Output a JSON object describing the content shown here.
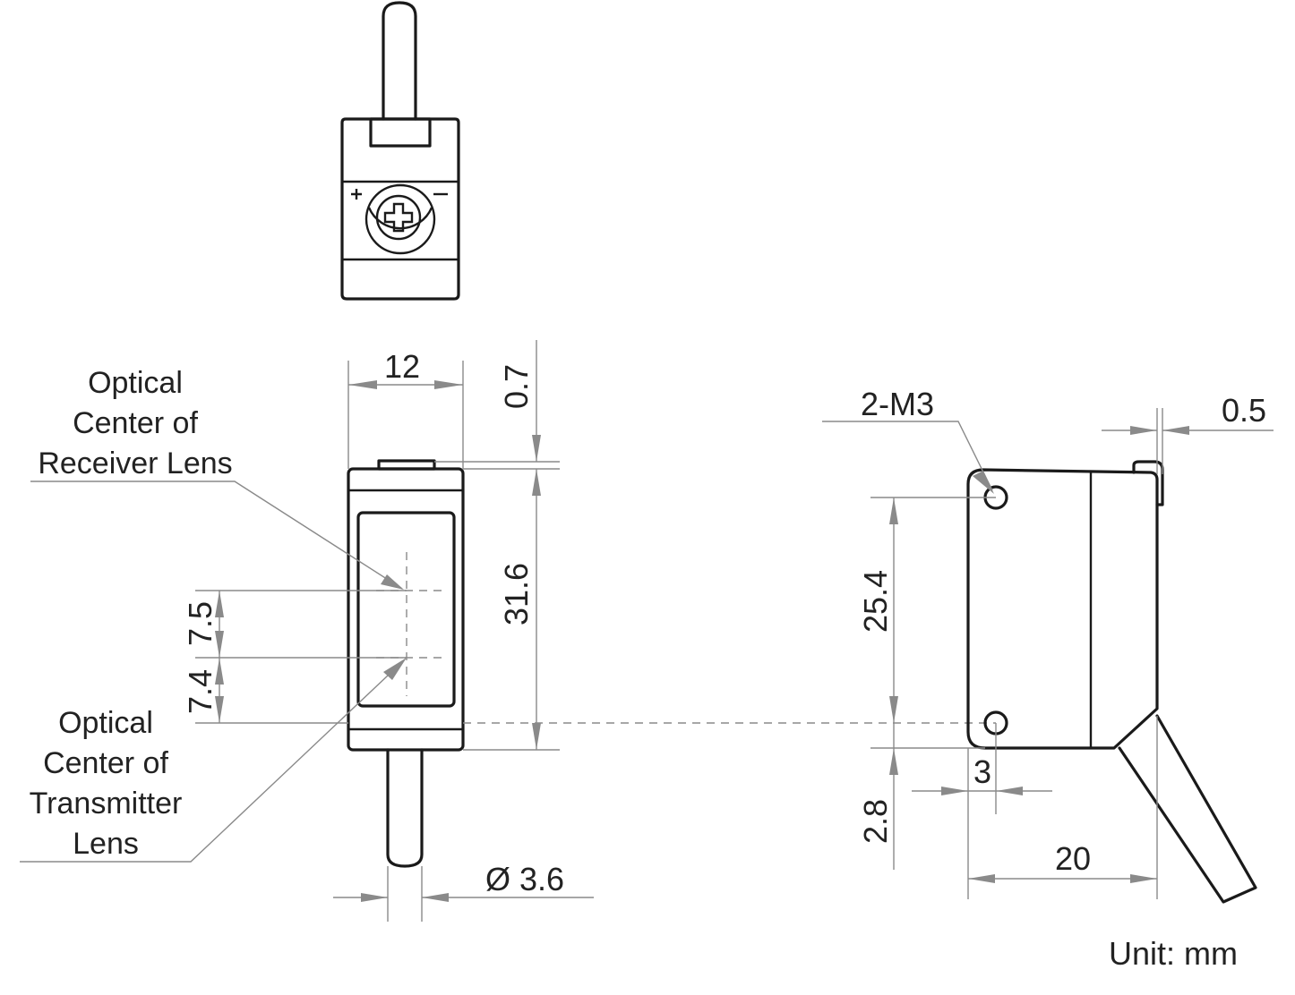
{
  "dimensions": {
    "width_front": "12",
    "top_offset": "0.7",
    "height_total": "31.6",
    "receiver_offset": "7.5",
    "transmitter_offset": "7.4",
    "cable_diameter": "Ø 3.6",
    "hole_spec": "2-M3",
    "side_offset": "0.5",
    "hole_pitch": "25.4",
    "hole_edge_x": "3",
    "hole_edge_y": "2.8",
    "depth": "20"
  },
  "labels": {
    "receiver": [
      "Optical",
      "Center of",
      "Receiver Lens"
    ],
    "transmitter": [
      "Optical",
      "Center of",
      "Transmitter",
      "Lens"
    ]
  },
  "unit": "Unit: mm"
}
